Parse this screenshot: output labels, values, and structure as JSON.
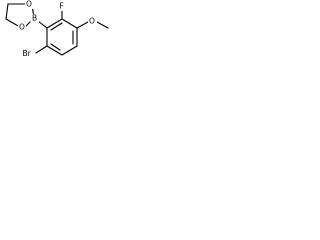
{
  "molecule": {
    "atoms": {
      "oxygen_ring_top": "O",
      "oxygen_ring_bottom": "O",
      "boron": "B",
      "fluorine": "F",
      "methoxy_oxygen": "O",
      "bromine": "Br"
    }
  }
}
